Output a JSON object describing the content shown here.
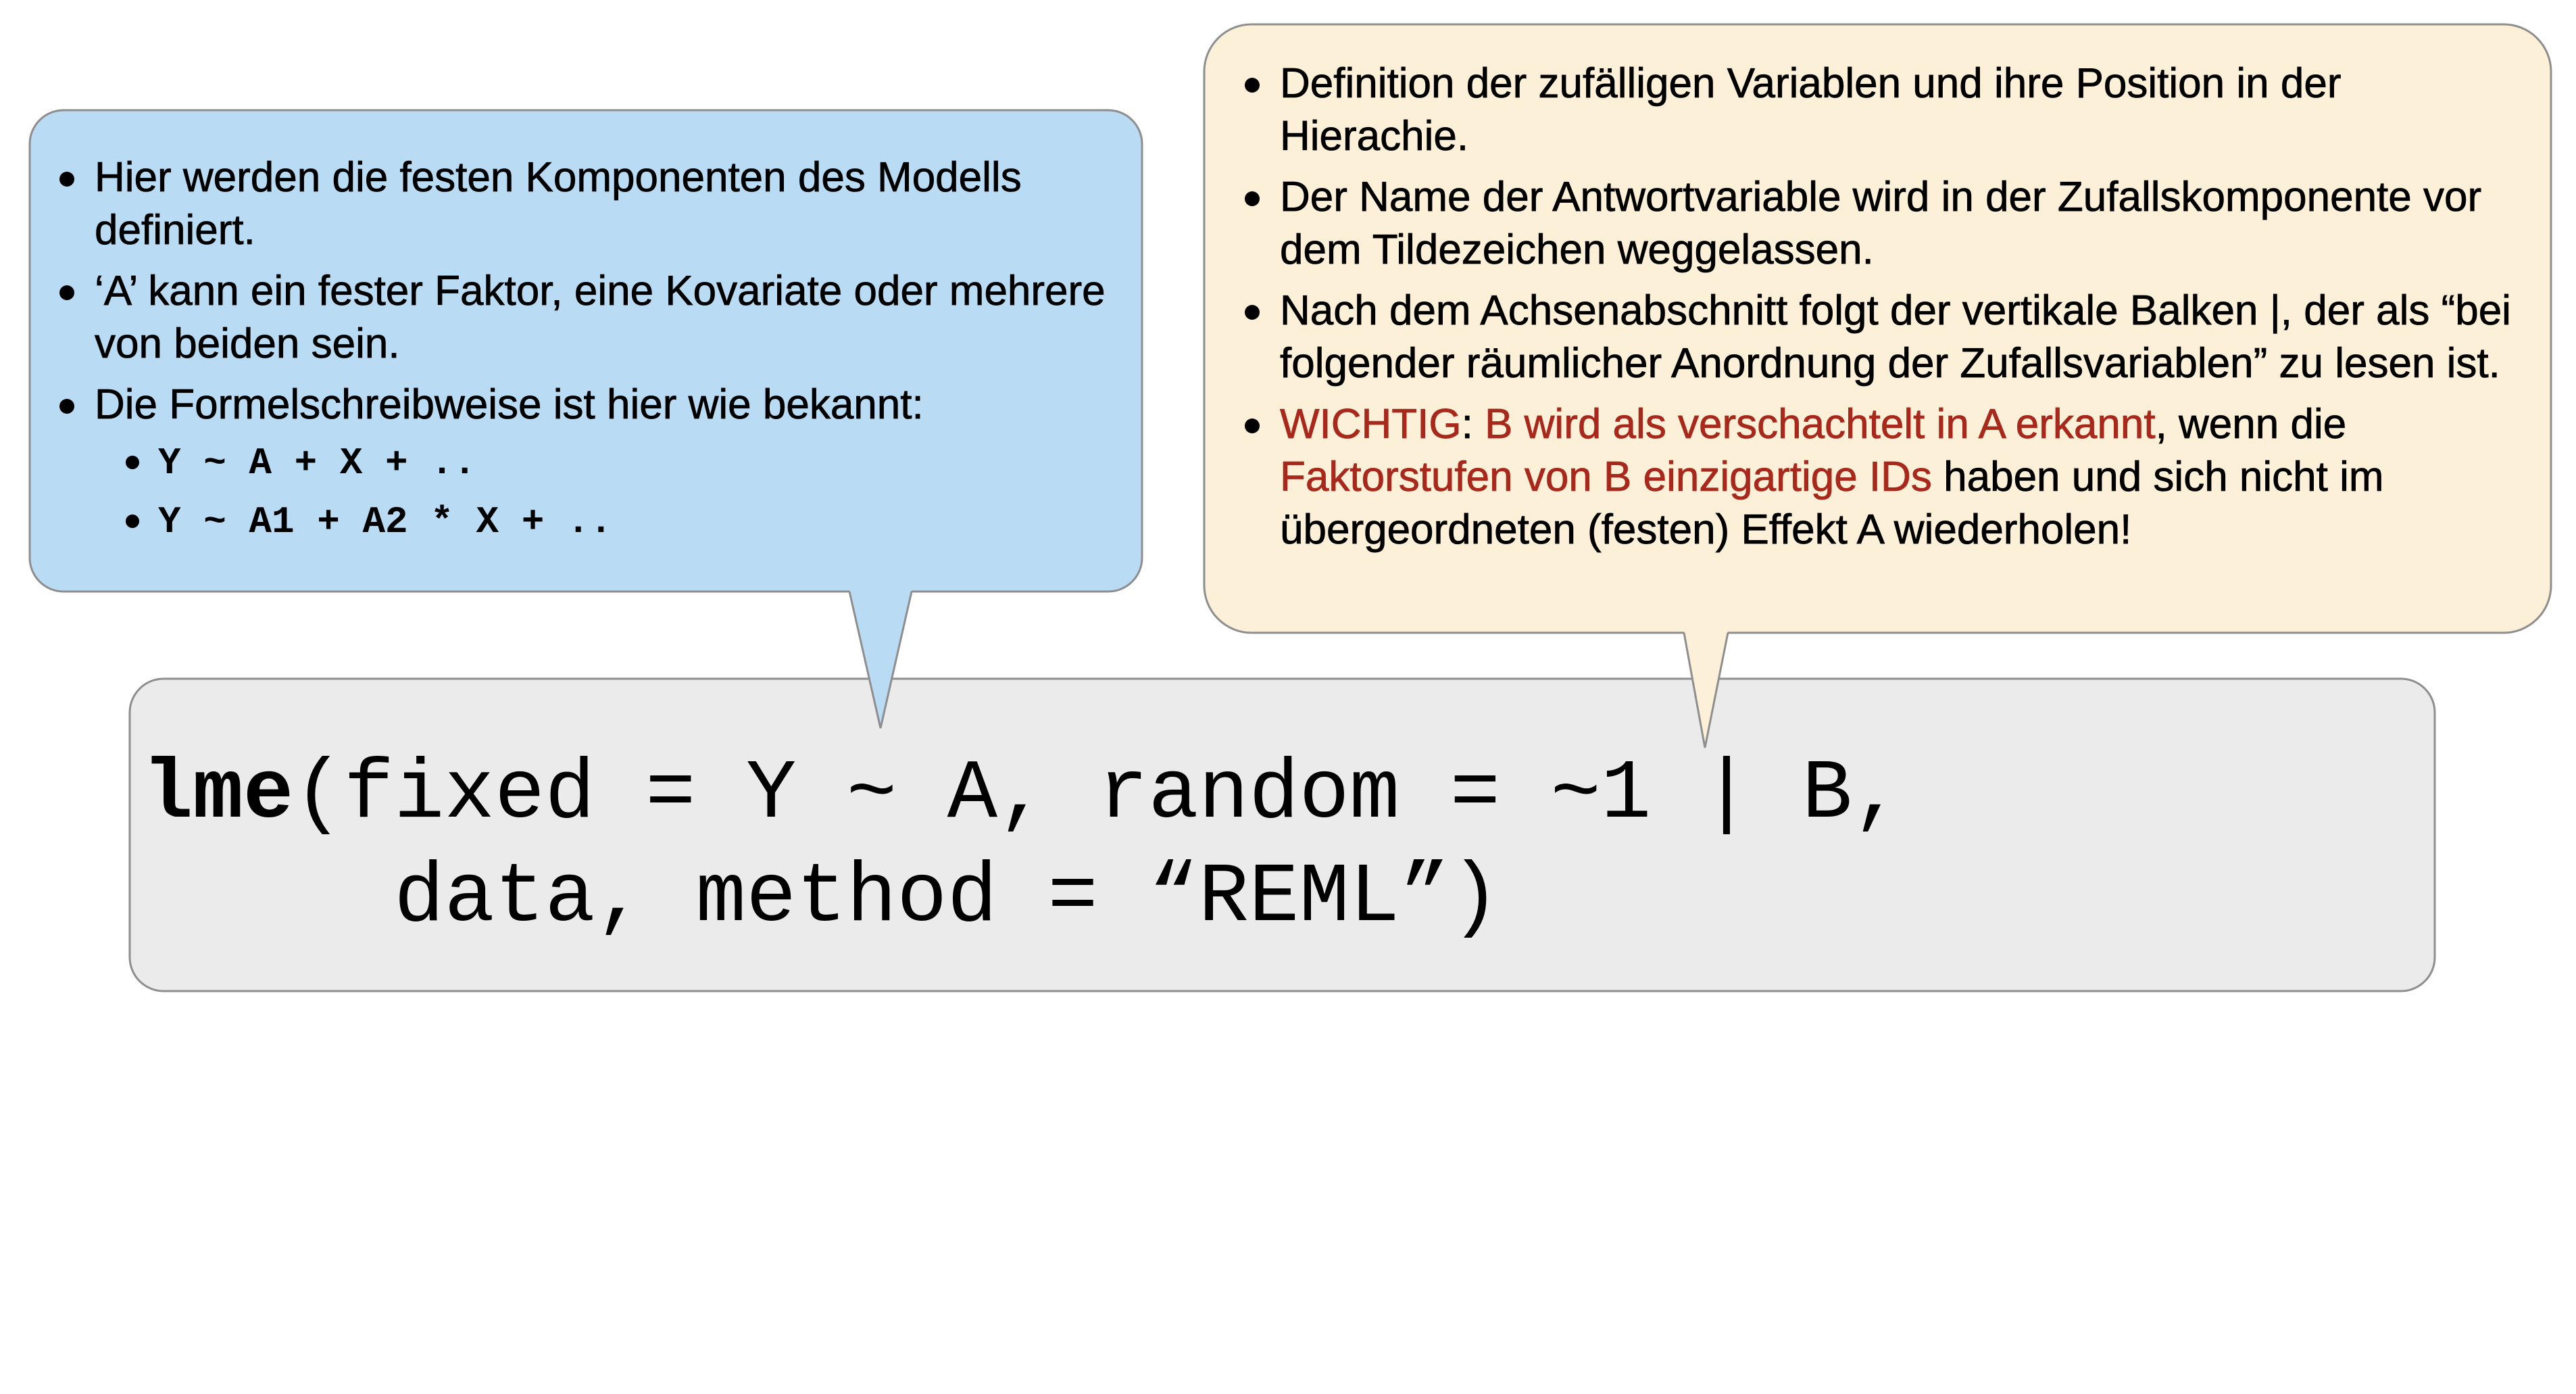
{
  "fixed_bubble": {
    "bullets": [
      "Hier werden die festen Komponenten des Modells definiert.",
      "‘A’ kann ein fester Faktor, eine Kovariate oder mehrere von beiden sein.",
      "Die Formelschreibweise ist hier wie bekannt:"
    ],
    "formulas": [
      "Y ~ A + X + ..",
      "Y ~ A1 + A2 * X + .."
    ]
  },
  "random_bubble": {
    "bullets": [
      "Definition der zufälligen Variablen und ihre Position in der Hierachie.",
      "Der Name der Antwortvariable wird in der Zufallskomponente vor dem Tildezeichen weggelassen.",
      "Nach dem Achsenabschnitt folgt der vertikale Balken |, der als “bei folgender räumlicher Anordnung der Zufallsvariablen” zu lesen ist."
    ],
    "important": {
      "label": "WICHTIG",
      "colon": ": ",
      "red1": "B wird als verschachtelt in A erkannt",
      "text1": ", wenn die ",
      "red2": "Faktorstufen von B einzigartige IDs",
      "text2": " haben und sich nicht im übergeordneten (festen) Effekt A wiederholen!"
    }
  },
  "code": {
    "function": "lme",
    "line1_rest": "(fixed = Y ~ A, random = ~1 | B,",
    "line2": "     data, method = “REML”)"
  },
  "colors": {
    "blue_fill": "#b9dbf3",
    "beige_fill": "#fcf0d8",
    "gray_fill": "#ebebeb",
    "border": "#8e8e8e",
    "accent_red": "#a8281c"
  }
}
